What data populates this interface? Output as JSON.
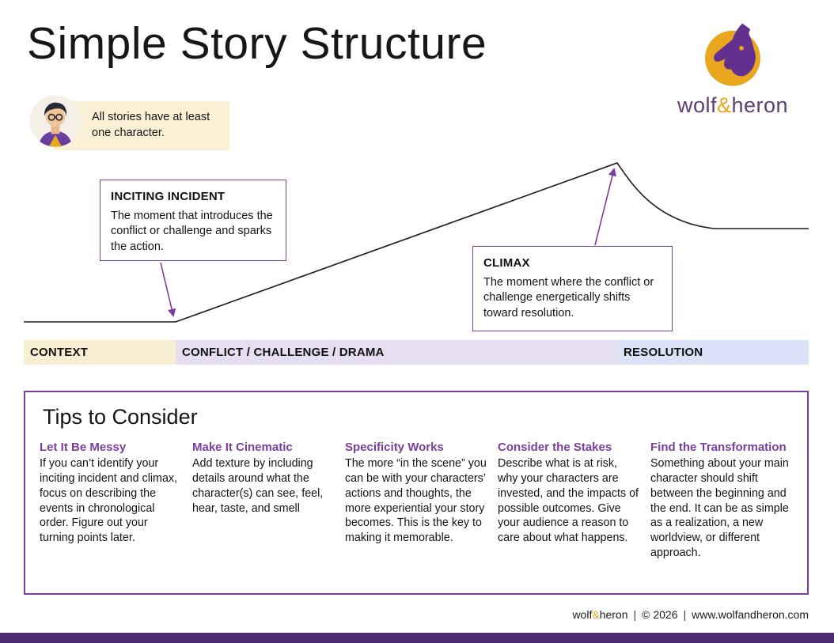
{
  "header": {
    "title": "Simple Story Structure"
  },
  "brand": {
    "wolf": "wolf",
    "amp": "&",
    "heron": "heron"
  },
  "character_note": {
    "text": "All stories have at least one character."
  },
  "callouts": {
    "inciting": {
      "title": "INCITING INCIDENT",
      "body": "The moment that introduces the conflict or challenge and sparks the action."
    },
    "climax": {
      "title": "CLIMAX",
      "body": "The moment where the conflict or challenge energetically shifts toward resolution."
    }
  },
  "phases": [
    {
      "label": "CONTEXT",
      "color": "#F8EED2"
    },
    {
      "label": "CONFLICT / CHALLENGE / DRAMA",
      "color": "#E5DFF1"
    },
    {
      "label": "RESOLUTION",
      "color": "#D9E2F6"
    }
  ],
  "tips": {
    "title": "Tips to Consider",
    "items": [
      {
        "heading": "Let It Be Messy",
        "body": "If you can’t identify your inciting incident and climax, focus on describing the events in chronological order. Figure out your turning points later."
      },
      {
        "heading": "Make It Cinematic",
        "body": "Add texture by including details around what the character(s) can see, feel, hear, taste, and smell"
      },
      {
        "heading": "Specificity Works",
        "body": "The more “in the scene” you can be with your characters’ actions and thoughts, the more experiential your story becomes. This is the key to making it memorable."
      },
      {
        "heading": "Consider the Stakes",
        "body": "Describe what is at risk, why your characters are invested, and the impacts of possible outcomes. Give your audience a reason to care about what happens."
      },
      {
        "heading": "Find the Transformation",
        "body": "Something about your main character should shift between the beginning and the end. It can be as simple as a realization, a new worldview, or different approach."
      }
    ]
  },
  "footer": {
    "wolf": "wolf",
    "amp": "&",
    "heron": "heron",
    "separator": "|",
    "copyright": "© 2026",
    "website": "www.wolfandheron.com"
  },
  "colors": {
    "brand_purple": "#7A3F9B",
    "logo_purple": "#63308F",
    "brand_gold": "#E9A61F",
    "dark_purple_bar": "#4B2C72",
    "context_bg": "#F8EED2",
    "conflict_bg": "#E5DFF1",
    "resolution_bg": "#D9E2F6",
    "note_bg": "#FAF0D6",
    "line_black": "#1C1C1C"
  }
}
